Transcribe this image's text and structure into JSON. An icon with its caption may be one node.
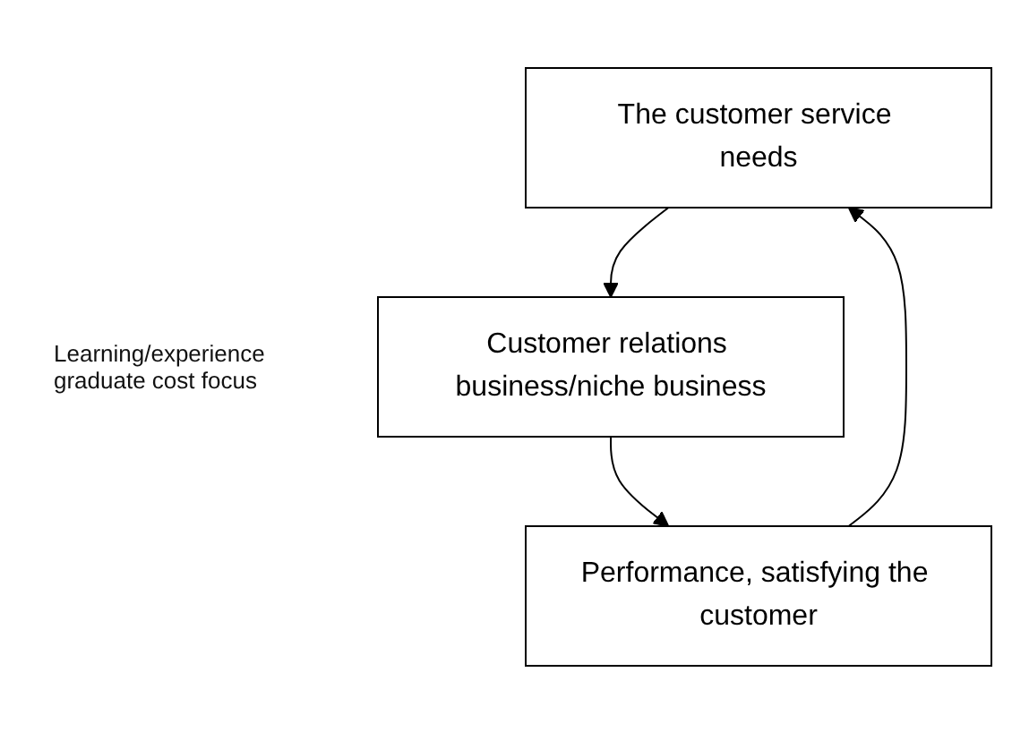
{
  "diagram": {
    "nodes": [
      {
        "text": [
          "The customer service needs"
        ]
      },
      {
        "text": [
          "Customer relations business/niche business"
        ]
      },
      {
        "text": [
          "Performance, satisfying the customer"
        ]
      }
    ],
    "edges": [
      {
        "from": 0,
        "to": 1,
        "arrow": "to"
      },
      {
        "from": 1,
        "to": 2,
        "arrow": "to"
      },
      {
        "from": 2,
        "to": 0,
        "arrow": "to"
      }
    ],
    "labels": [
      "Learning/experience graduate cost focus"
    ]
  }
}
